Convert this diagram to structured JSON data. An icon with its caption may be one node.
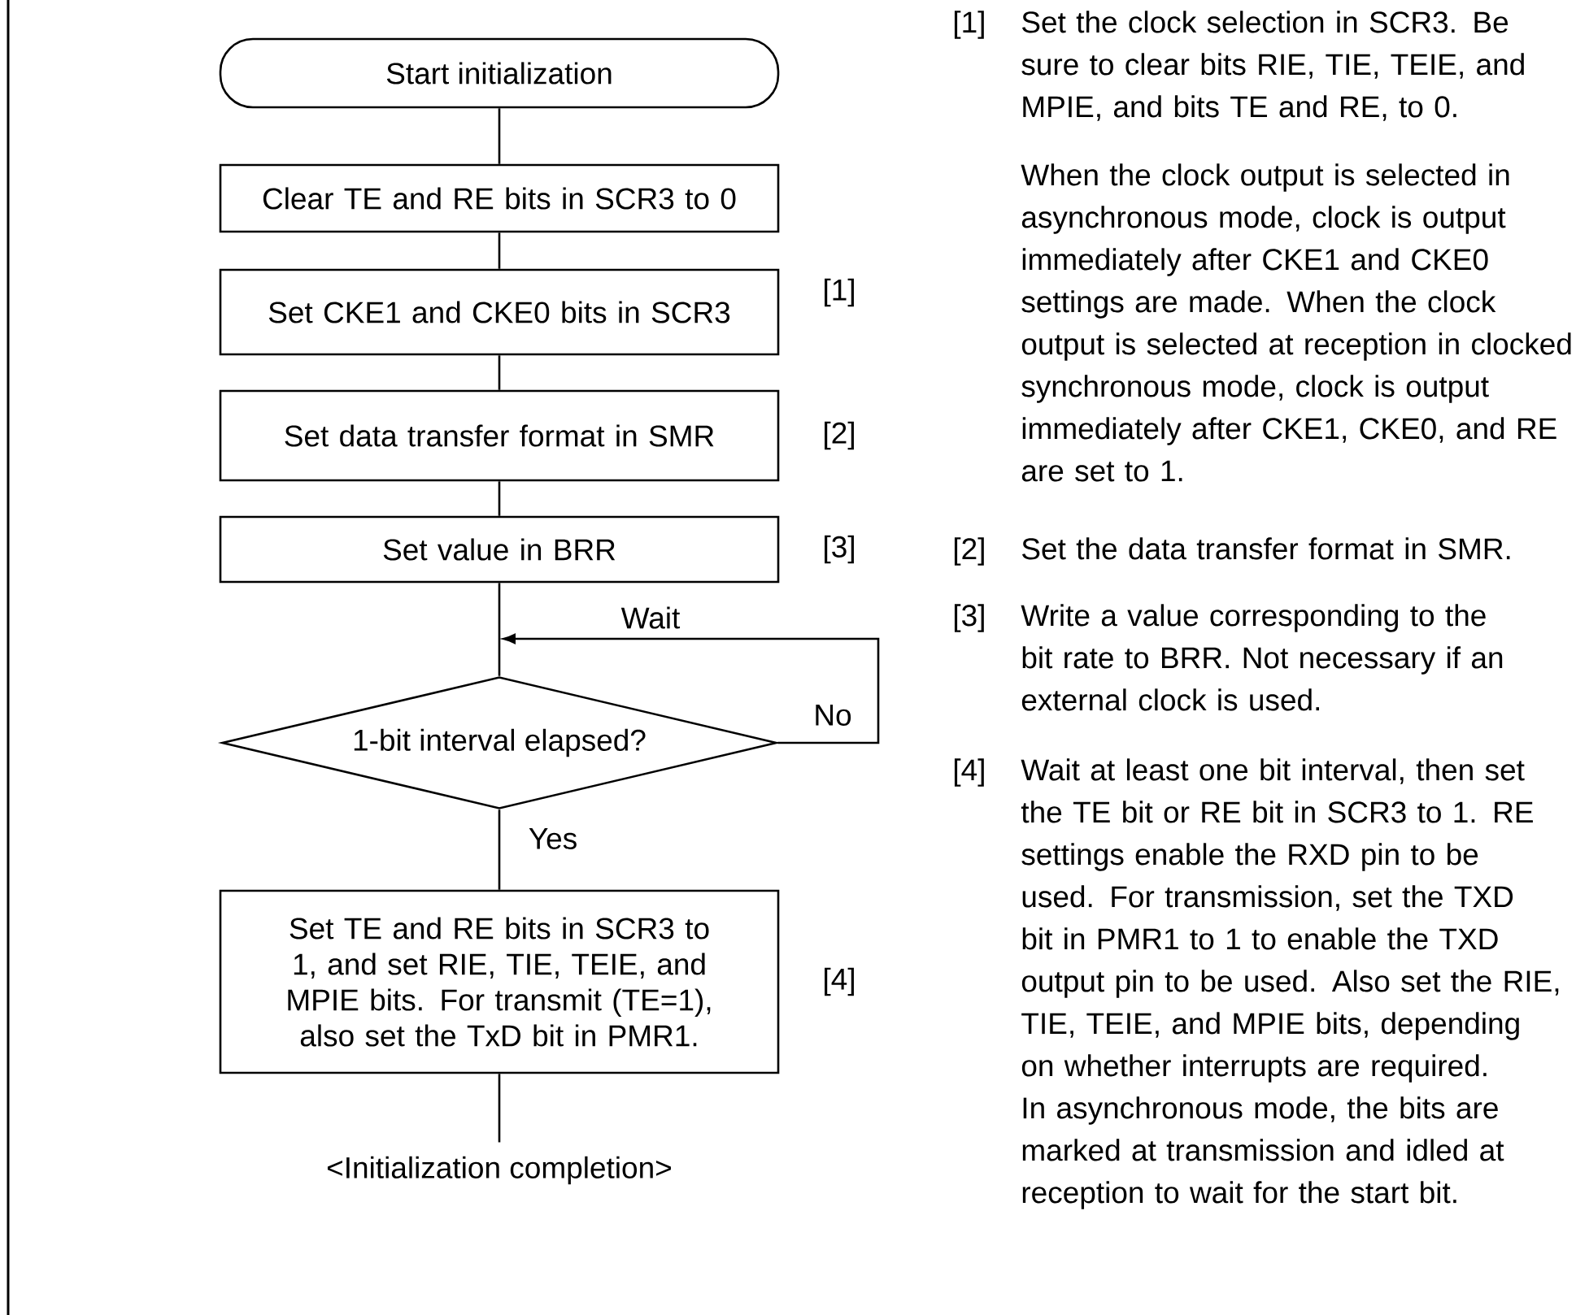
{
  "diagram": {
    "nodes": [
      {
        "text": [
          "Start initialization"
        ]
      },
      {
        "text": [
          "Clear TE and RE bits in SCR3 to 0"
        ]
      },
      {
        "text": [
          "Set CKE1 and CKE0 bits in SCR3"
        ],
        "beside": [
          "[1]"
        ]
      },
      {
        "text": [
          "Set data transfer format in SMR"
        ],
        "beside": [
          "[2]"
        ]
      },
      {
        "text": [
          "Set value in BRR"
        ],
        "beside": [
          "[3]"
        ]
      },
      {
        "text": [
          "1-bit interval elapsed?"
        ]
      },
      {
        "text": [
          "Set TE and RE bits in SCR3 to 1, and set RIE, TIE, TEIE, and MPIE bits. For transmit (TE=1), also set the TxD bit in PMR1."
        ],
        "beside": [
          "[4]"
        ]
      },
      {
        "text": [
          "<Initialization completion>"
        ]
      }
    ],
    "edges": [
      {
        "from": 0,
        "to": 1,
        "arrow": "none"
      },
      {
        "from": 1,
        "to": 2,
        "arrow": "none"
      },
      {
        "from": 2,
        "to": 3,
        "arrow": "none"
      },
      {
        "from": 3,
        "to": 4,
        "arrow": "none"
      },
      {
        "from": 4,
        "to": 5,
        "arrow": "none"
      },
      {
        "from": 5,
        "to": 5,
        "arrow": "to",
        "label": "No"
      },
      {
        "from": 5,
        "to": 6,
        "arrow": "none",
        "label": "Yes"
      },
      {
        "from": 6,
        "to": 7,
        "arrow": "none"
      }
    ],
    "labels": [
      "[1]",
      "Set the clock selection in SCR3. Be sure to clear bits RIE, TIE, TEIE, and MPIE, and bits TE and RE, to 0.",
      "When the clock output is selected in asynchronous mode, clock is output immediately after CKE1 and CKE0 settings are made. When the clock output is selected at reception in clocked synchronous mode, clock is output immediately after CKE1, CKE0, and RE are set to 1.",
      "[2]",
      "Set the data transfer format in SMR.",
      "[3]",
      "Write a value corresponding to the bit rate to BRR. Not necessary if an external clock is used.",
      "[4]",
      "Wait at least one bit interval, then set the TE bit or RE bit in SCR3 to 1. RE settings enable the RXD pin to be used. For transmission, set the TXD bit in PMR1 to 1 to enable the TXD output pin to be used. Also set the RIE, TIE, TEIE, and MPIE bits, depending on whether interrupts are required. In asynchronous mode, the bits are marked at transmission and idled at reception to wait for the start bit.",
      "Wait"
    ]
  }
}
